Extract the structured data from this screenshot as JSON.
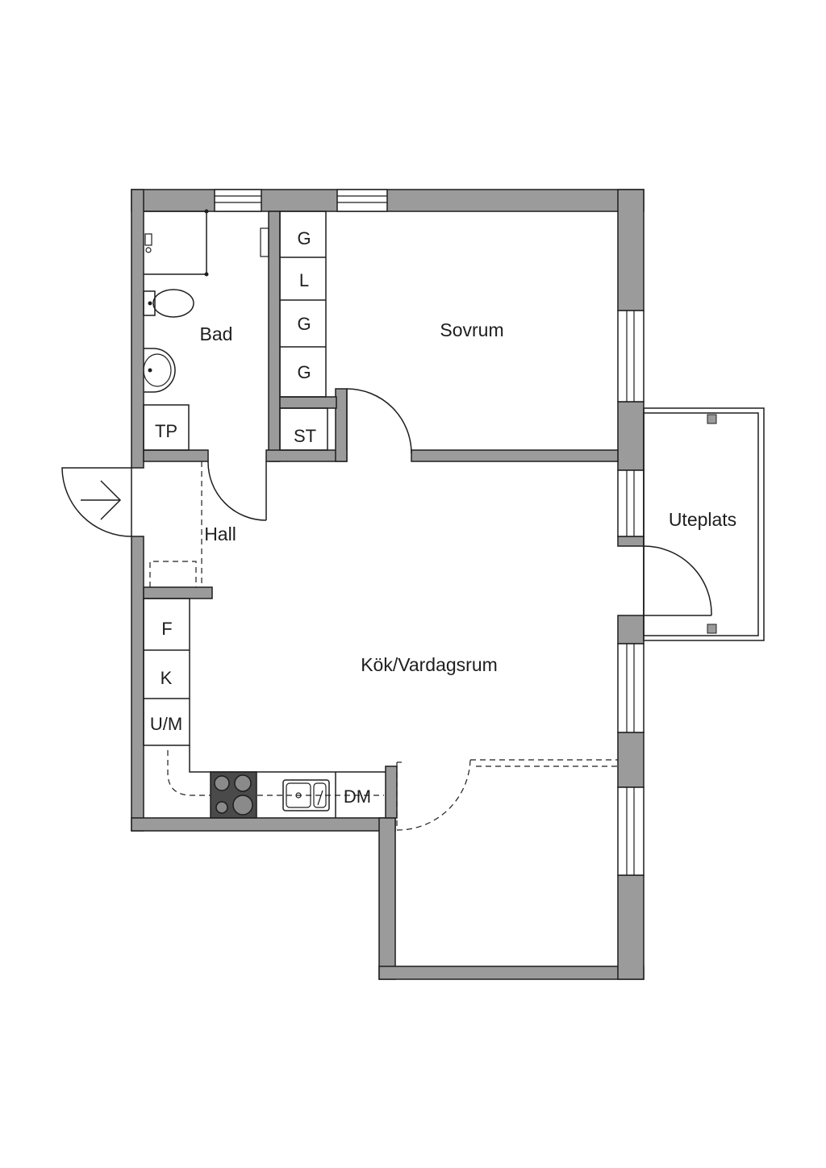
{
  "rooms": {
    "bad": "Bad",
    "sovrum": "Sovrum",
    "hall": "Hall",
    "uteplats": "Uteplats",
    "kok_vardagsrum": "Kök/Vardagsrum"
  },
  "closets": {
    "g1": "G",
    "l": "L",
    "g2": "G",
    "g3": "G",
    "st": "ST",
    "tp": "TP"
  },
  "kitchen": {
    "f": "F",
    "k": "K",
    "um": "U/M",
    "dm": "DM"
  }
}
